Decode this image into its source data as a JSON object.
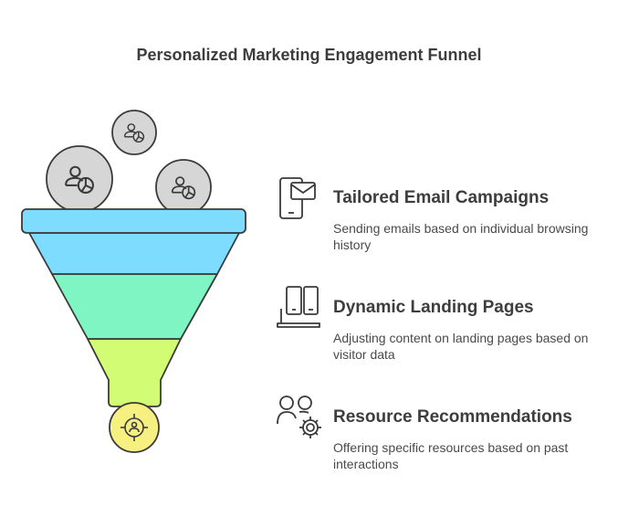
{
  "title": "Personalized Marketing Engagement Funnel",
  "colors": {
    "layer_top": "#7ddcff",
    "layer_middle": "#7ef5c2",
    "layer_bottom": "#d2fc73",
    "spout_circle": "#f5f080",
    "input_circle": "#d6d6d6",
    "outline": "#3a3a3a"
  },
  "funnel": {
    "inputs": [
      {
        "icon": "user-pie-chart-icon"
      },
      {
        "icon": "user-pie-chart-icon"
      },
      {
        "icon": "user-pie-chart-icon"
      }
    ],
    "output_icon": "target-user-icon"
  },
  "items": [
    {
      "icon": "phone-email-icon",
      "title": "Tailored Email Campaigns",
      "description": "Sending emails based on individual browsing history"
    },
    {
      "icon": "devices-icon",
      "title": "Dynamic Landing Pages",
      "description": "Adjusting content on landing pages based on visitor data"
    },
    {
      "icon": "users-gear-icon",
      "title": "Resource Recommendations",
      "description": "Offering specific resources based on past interactions"
    }
  ]
}
